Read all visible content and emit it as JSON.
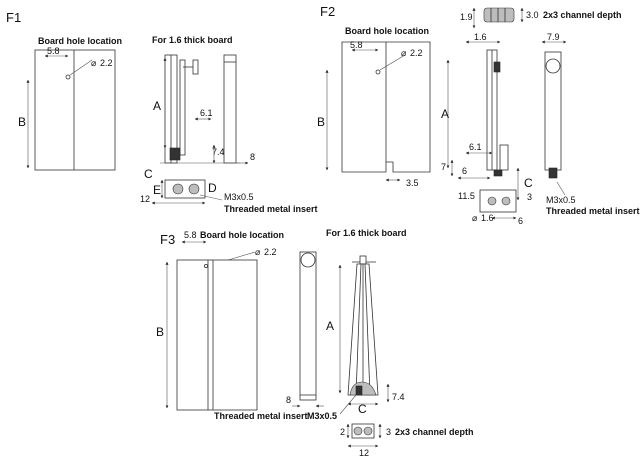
{
  "figures": {
    "f1": {
      "label": "F1",
      "board_hole_location": "Board hole location",
      "dim_58": "5.8",
      "dim_hole": "2.2",
      "dim_b": "B",
      "for_board": "For 1.6 thick board",
      "dim_a": "A",
      "dim_61": "6.1",
      "dim_74": "7.4",
      "dim_8": "8",
      "dim_c": "C",
      "dim_d": "D",
      "dim_e": "E",
      "dim_12": "12",
      "thread": "M3x0.5",
      "insert": "Threaded metal insert"
    },
    "f2": {
      "label": "F2",
      "board_hole_location": "Board hole location",
      "dim_58": "5.8",
      "dim_hole": "2.2",
      "dim_b": "B",
      "dim_35": "3.5",
      "dim_19": "1.9",
      "dim_30": "3.0",
      "channel": "2x3 channel depth",
      "dim_16_top": "1.6",
      "dim_79": "7.9",
      "dim_a": "A",
      "dim_61": "6.1",
      "dim_7": "7",
      "dim_6a": "6",
      "dim_c": "C",
      "dim_115": "11.5",
      "dim_3": "3",
      "dim_16_bot": "1.6",
      "dim_6b": "6",
      "thread": "M3x0.5",
      "insert": "Threaded metal insert"
    },
    "f3": {
      "label": "F3",
      "board_hole_location": "Board hole location",
      "dim_58": "5.8",
      "dim_hole": "2.2",
      "dim_b": "B",
      "for_board": "For 1.6 thick board",
      "dim_a": "A",
      "dim_8": "8",
      "dim_74": "7.4",
      "dim_c": "C",
      "insert": "Threaded metal insert",
      "thread": "M3x0.5",
      "dim_2": "2",
      "dim_3": "3",
      "channel": "2x3 channel depth",
      "dim_12": "12"
    }
  }
}
